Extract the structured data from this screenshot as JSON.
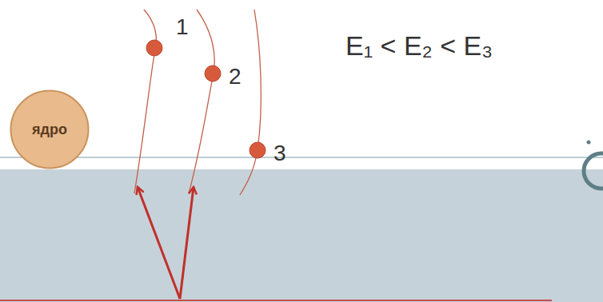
{
  "diagram": {
    "nodes": [
      {
        "text": [
          "ядро"
        ]
      }
    ],
    "labels": [
      "1",
      "2",
      "3",
      "E₁ < E₂ < E₃"
    ]
  }
}
